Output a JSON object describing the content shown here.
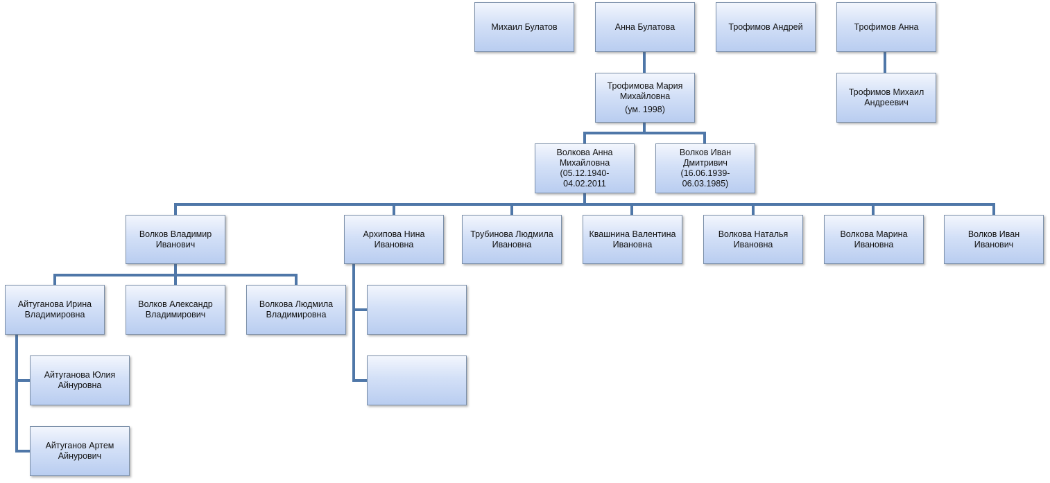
{
  "nodes": {
    "mikhail_bulatov": "Михаил Булатов",
    "anna_bulatova": "Анна  Булатова",
    "trofimov_andrey": "Трофимов Андрей",
    "trofimov_anna": "Трофимов  Анна",
    "trofimova_maria": "Трофимова Мария\nМихайловна",
    "trofimova_maria_note": "(ум. 1998)",
    "trofimov_mikhail": "Трофимов  Михаил\nАндреевич",
    "volkova_anna": "Волкова Анна\nМихайловна\n(05.12.1940-\n04.02.2011",
    "volkov_ivan_d": "Волков Иван\nДмитривич\n(16.06.1939-\n06.03.1985)",
    "volkov_vladimir": "Волков Владимир\nИванович",
    "arkhipova_nina": "Архипова Нина\nИвановна",
    "trubinova_lyudmila": "Трубинова Людмила\nИвановна",
    "kvashnina_valentina": "Квашнина Валентина\nИвановна",
    "volkova_natalya": "Волкова Наталья\nИвановна",
    "volkova_marina": "Волкова Марина\nИвановна",
    "volkov_ivan_i": "Волков Иван\nИванович",
    "aytuganova_irina": "Айтуганова  Ирина\nВладимировна",
    "volkov_aleksandr": "Волков Александр\nВладимирович",
    "volkova_lyudmila": "Волкова Людмила\nВладимировна",
    "aytuganova_yulia": "Айтуганова Юлия\nАйнуровна",
    "aytuganov_artem": "Айтуганов Артем\nАйнурович",
    "empty_1": "",
    "empty_2": ""
  },
  "colors": {
    "connector": "#4f77a8",
    "box_top": "#f3f6fd",
    "box_bottom": "#b9cdf0",
    "box_border": "#7a8ea8"
  }
}
